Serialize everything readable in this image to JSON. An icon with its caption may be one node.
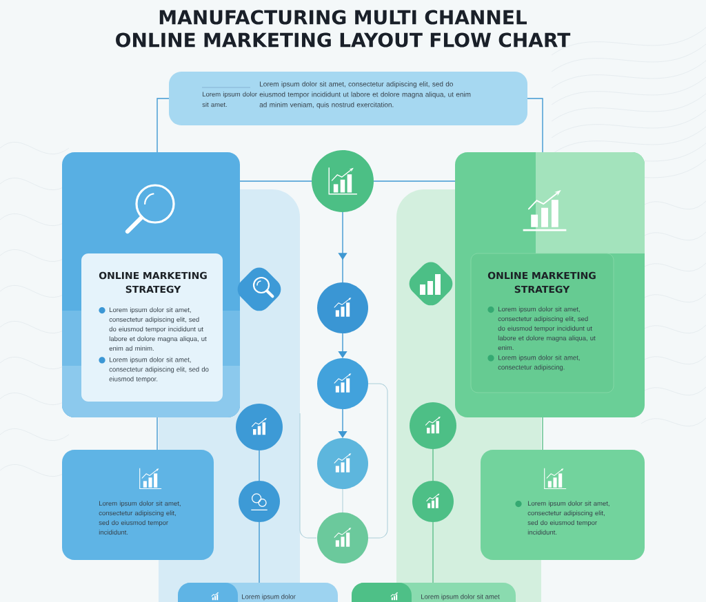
{
  "diagram": {
    "title": "MANUFACTURING MULTI CHANNEL ONLINE MARKETING LAYOUT FLOW CHART",
    "nodes": [
      {
        "text": [
          "Lorem ipsum dolor sit amet.",
          "Lorem ipsum dolor sit amet, consectetur adipiscing elit, sed do eiusmod tempor incididunt ut labore et dolore magna aliqua, ut enim ad minim veniam, quis nostrud exercitation."
        ]
      },
      {
        "text": [],
        "shape": "box"
      },
      {
        "text": [
          "ONLINE MARKETING STRATEGY",
          "Lorem ipsum dolor sit amet, consectetur adipiscing elit, sed do eiusmod tempor incididunt ut labore et dolore magna aliqua, ut enim ad minim.",
          "Lorem ipsum dolor sit amet, consectetur adipiscing elit, sed do eiusmod tempor."
        ],
        "in": 1
      },
      {
        "text": [],
        "shape": "circle"
      },
      {
        "text": [],
        "shape": "box"
      },
      {
        "text": [
          "ONLINE MARKETING STRATEGY",
          "Lorem ipsum dolor sit amet, consectetur adipiscing elit, sed do eiusmod tempor incididunt ut labore et dolore magna aliqua, ut enim.",
          "Lorem ipsum dolor sit amet, consectetur adipiscing."
        ],
        "in": 4
      },
      {
        "text": [],
        "shape": "circle"
      },
      {
        "text": [],
        "shape": "circle"
      },
      {
        "text": [],
        "shape": "circle"
      },
      {
        "text": [],
        "shape": "circle"
      },
      {
        "text": [],
        "shape": "circle"
      },
      {
        "text": [],
        "shape": "circle"
      },
      {
        "text": [
          "Lorem ipsum dolor sit amet, consectetur adipiscing elit, sed do eiusmod tempor incididunt."
        ]
      },
      {
        "text": [],
        "shape": "circle"
      },
      {
        "text": [],
        "shape": "circle"
      },
      {
        "text": [
          "Lorem ipsum dolor sit amet, consectetur adipiscing elit, sed do eiusmod tempor incididunt."
        ]
      },
      {
        "text": [
          "Lorem ipsum dolor"
        ]
      },
      {
        "text": [
          "Lorem ipsum dolor sit amet"
        ]
      }
    ],
    "edges": [
      {
        "from": 0,
        "to": 1,
        "arrow": "none"
      },
      {
        "from": 0,
        "to": 4,
        "arrow": "none"
      },
      {
        "from": 1,
        "to": 3,
        "arrow": "none"
      },
      {
        "from": 3,
        "to": 4,
        "arrow": "none"
      },
      {
        "from": 3,
        "to": 6,
        "arrow": "to"
      },
      {
        "from": 6,
        "to": 7,
        "arrow": "to"
      },
      {
        "from": 7,
        "to": 8,
        "arrow": "to"
      },
      {
        "from": 8,
        "to": 9,
        "arrow": "none",
        "color": "#a9cdd8"
      },
      {
        "from": 1,
        "to": 12,
        "arrow": "none"
      },
      {
        "from": 4,
        "to": 15,
        "arrow": "none",
        "color": "#5cbf8a"
      },
      {
        "from": 10,
        "to": 11,
        "arrow": "none"
      },
      {
        "from": 11,
        "to": 16,
        "arrow": "none"
      },
      {
        "from": 13,
        "to": 14,
        "arrow": "none",
        "color": "#5cbf8a"
      },
      {
        "from": 14,
        "to": 17,
        "arrow": "none",
        "color": "#5cbf8a"
      },
      {
        "from": 7,
        "to": 9,
        "arrow": "none",
        "color": "#a9cdd8"
      }
    ]
  }
}
